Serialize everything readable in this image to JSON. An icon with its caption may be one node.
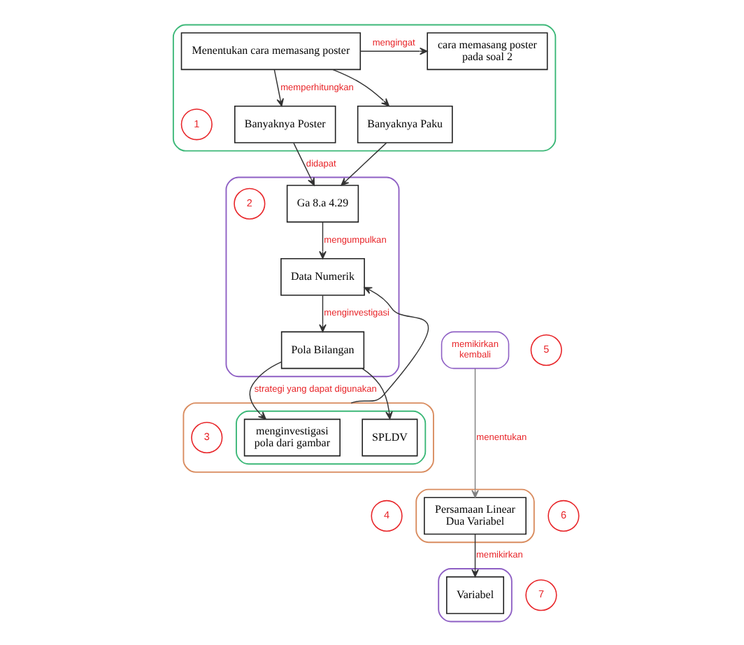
{
  "diagram": {
    "nodes": [
      {
        "text": [],
        "shape": "box"
      },
      {
        "text": [
          "cara memasang poster pada soal 2"
        ],
        "in": 0
      },
      {
        "text": [
          "Menentukan cara memasang poster"
        ],
        "in": 0
      },
      {
        "text": [
          "Banyaknya Poster"
        ],
        "in": 0
      },
      {
        "text": [
          "Banyaknya Paku"
        ],
        "in": 0
      },
      {
        "text": [
          "1"
        ],
        "in": 0
      },
      {
        "text": [],
        "shape": "box"
      },
      {
        "text": [
          "Ga 8.a 4.29"
        ],
        "in": 6
      },
      {
        "text": [
          "2"
        ],
        "in": 6
      },
      {
        "text": [
          "Data Numerik"
        ],
        "in": 6
      },
      {
        "text": [
          "Pola Bilangan"
        ],
        "in": 6
      },
      {
        "text": [],
        "shape": "box"
      },
      {
        "text": [],
        "shape": "box",
        "in": 11
      },
      {
        "text": [
          "menginvestigasi pola dari gambar"
        ],
        "in": 12
      },
      {
        "text": [
          "SPLDV"
        ],
        "in": 12
      },
      {
        "text": [
          "3"
        ],
        "in": 11
      },
      {
        "text": [
          "4"
        ]
      },
      {
        "text": [
          "memikirkan kembali"
        ]
      },
      {
        "text": [
          "5"
        ]
      },
      {
        "text": [],
        "shape": "box"
      },
      {
        "text": [
          "Persamaan Linear Dua Variabel"
        ],
        "in": 19
      },
      {
        "text": [
          "6"
        ]
      },
      {
        "text": [],
        "shape": "box"
      },
      {
        "text": [
          "Variabel"
        ],
        "in": 22
      },
      {
        "text": [
          "7"
        ]
      }
    ],
    "edges": [
      {
        "from": 2,
        "to": 1,
        "arrow": "to",
        "label": "mengingat"
      },
      {
        "from": 2,
        "to": 3,
        "arrow": "to",
        "label": "memperhitungkan"
      },
      {
        "from": 2,
        "to": 4,
        "arrow": "to"
      },
      {
        "from": 3,
        "to": 7,
        "arrow": "to",
        "label": "didapat"
      },
      {
        "from": 4,
        "to": 7,
        "arrow": "to"
      },
      {
        "from": 7,
        "to": 9,
        "arrow": "to",
        "label": "mengumpulkan"
      },
      {
        "from": 9,
        "to": 10,
        "arrow": "to",
        "label": "menginvestigasi"
      },
      {
        "from": 10,
        "to": 13,
        "arrow": "to",
        "label": "strategi yang dapat digunakan"
      },
      {
        "from": 10,
        "to": 14,
        "arrow": "to"
      },
      {
        "from": 11,
        "to": 9,
        "arrow": "to"
      },
      {
        "from": 17,
        "to": 20,
        "arrow": "to",
        "label": "menentukan",
        "color": "#808080"
      },
      {
        "from": 20,
        "to": 23,
        "arrow": "to",
        "label": "memikirkan"
      }
    ]
  }
}
